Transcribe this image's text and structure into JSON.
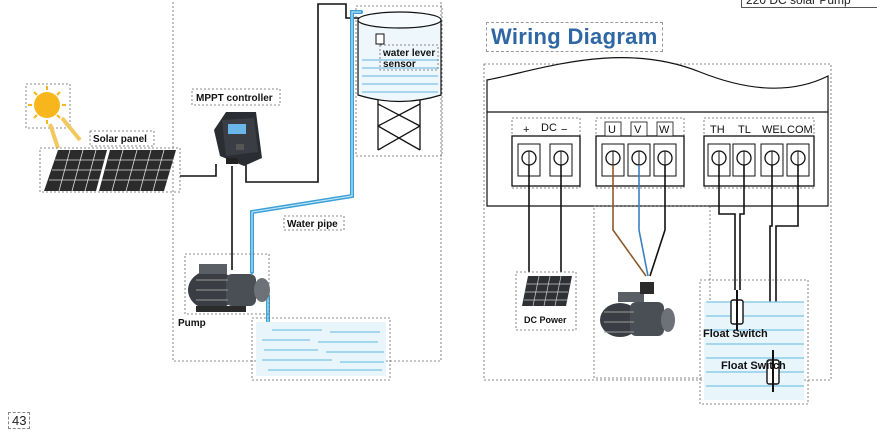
{
  "page_title": "Wiring Diagram",
  "page_number": "43",
  "corner_note": "220 DC solar Pump",
  "left_diagram": {
    "solar_panel_label": "Solar panel",
    "controller_label": "MPPT controller",
    "sensor_label": "water lever sensor",
    "pipe_label": "Water pipe",
    "pump_label": "Pump"
  },
  "wiring": {
    "terminal_groups": [
      {
        "title": "DC",
        "terminals": [
          "+",
          "−"
        ]
      },
      {
        "title": "",
        "terminals": [
          "U",
          "V",
          "W"
        ]
      },
      {
        "title": "",
        "terminals": [
          "TH",
          "TL",
          "WEL",
          "COM"
        ]
      }
    ],
    "dc_power_label": "DC Power",
    "float_switch_1": "Float Switch",
    "float_switch_2": "Float Switch",
    "wire_colors": {
      "U": "#8b5a2b",
      "V": "#3a7fc4",
      "W": "#111111"
    }
  }
}
